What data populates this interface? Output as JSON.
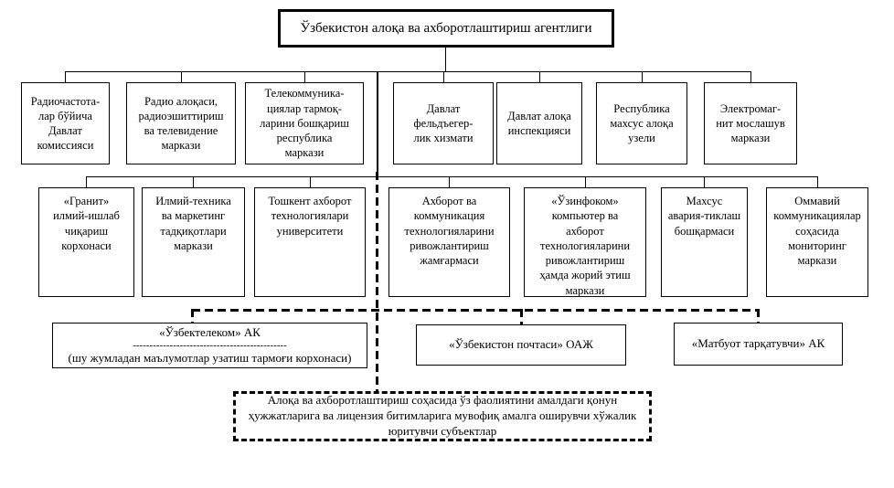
{
  "page": {
    "background": "#ffffff",
    "line_color": "#000000",
    "text_color": "#000000"
  },
  "root": {
    "label": "Ўзбекистон алоқа ва ахборотлаштириш агентлиги"
  },
  "tier2": [
    {
      "label": "Радиочастота-\nлар бўйича\nДавлат\nкомиссияси"
    },
    {
      "label": "Радио алоқаси,\nрадиоэшиттириш\nва телевидение\nмаркази"
    },
    {
      "label": "Телекоммуника-\nциялар тармоқ-\nларини бошқариш\nреспублика\nмаркази"
    },
    {
      "label": "Давлат\nфельдъегер-\nлик хизмати"
    },
    {
      "label": "Давлат алоқа\nинспекцияси"
    },
    {
      "label": "Республика\nмахсус алоқа\nузели"
    },
    {
      "label": "Электромаг-\nнит мослашув\nмаркази"
    }
  ],
  "tier3": [
    {
      "label": "«Гранит»\nилмий-ишлаб\nчиқариш\nкорхонаси"
    },
    {
      "label": "Илмий-техника\nва маркетинг\nтадқиқотлари\nмаркази"
    },
    {
      "label": "Тошкент ахборот\nтехнологиялари\nуниверситети"
    },
    {
      "label": "Ахборот ва\nкоммуникация\nтехнологияларини\nривожлантириш\nжамғармаси"
    },
    {
      "label": "«Ўзинфоком»\nкомпьютер ва\nахборот\nтехнологияларини\nривожлантириш\nҳамда жорий этиш\nмаркази"
    },
    {
      "label": "Махсус\nавария-тиклаш\nбошқармаси"
    },
    {
      "label": "Оммавий\nкоммуникациялар\nсоҳасида\nмониторинг\nмаркази"
    }
  ],
  "tier4": {
    "uzbektelekom": {
      "title": "«Ўзбектелеком» АК",
      "separator": "----------------------------------------------",
      "subtitle": "(шу жумладан маълумотлар узатиш тармоғи корхонаси)"
    },
    "pochta": {
      "label": "«Ўзбекистон почтаси» ОАЖ"
    },
    "matbuot": {
      "label": "«Матбуот тарқатувчи» АК"
    }
  },
  "bottom_note": {
    "label": "Алоқа ва ахборотлаштириш соҳасида ўз фаолиятини амалдаги  қонун\nҳужжатларига ва лицензия битимларига мувофиқ амалга оширувчи хўжалик\nюритувчи субъектлар"
  }
}
